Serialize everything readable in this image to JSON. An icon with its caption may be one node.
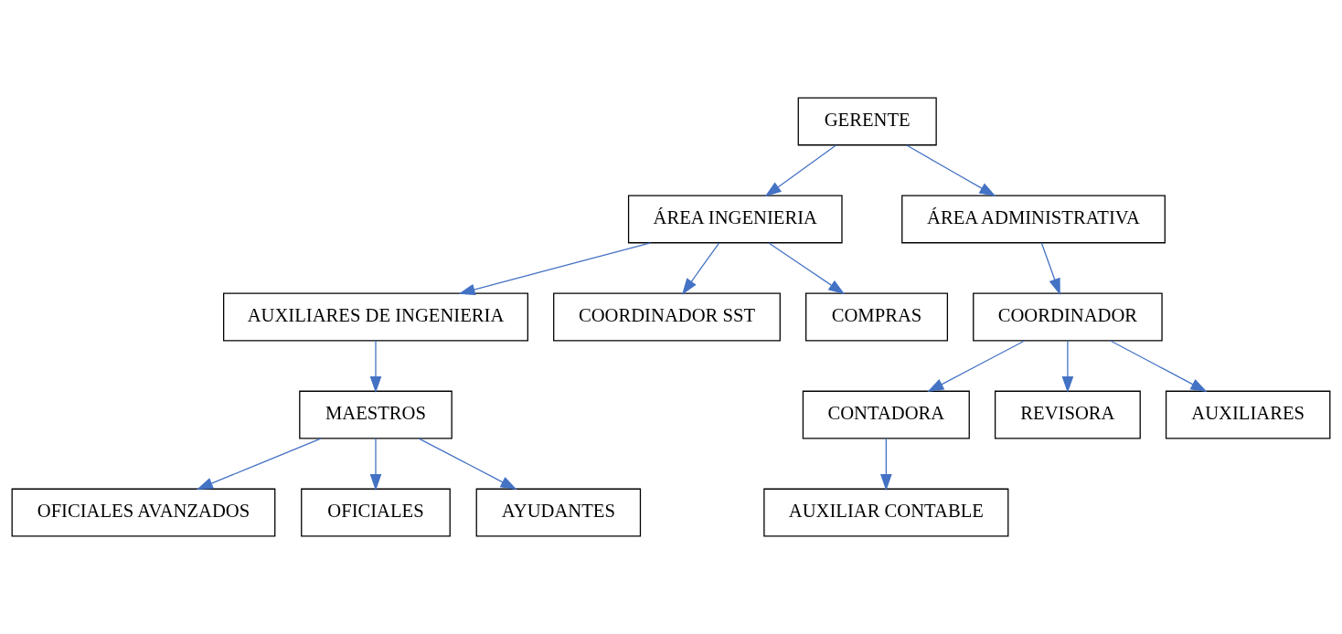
{
  "diagram": {
    "nodes": [
      {
        "text": [
          "GERENTE"
        ]
      },
      {
        "text": [
          "ÁREA INGENIERIA"
        ]
      },
      {
        "text": [
          "ÁREA ADMINISTRATIVA"
        ]
      },
      {
        "text": [
          "AUXILIARES DE INGENIERIA"
        ]
      },
      {
        "text": [
          "COORDINADOR SST"
        ]
      },
      {
        "text": [
          "COMPRAS"
        ]
      },
      {
        "text": [
          "COORDINADOR"
        ]
      },
      {
        "text": [
          "MAESTROS"
        ]
      },
      {
        "text": [
          "CONTADORA"
        ]
      },
      {
        "text": [
          "REVISORA"
        ]
      },
      {
        "text": [
          "AUXILIARES"
        ]
      },
      {
        "text": [
          "OFICIALES AVANZADOS"
        ]
      },
      {
        "text": [
          "OFICIALES"
        ]
      },
      {
        "text": [
          "AYUDANTES"
        ]
      },
      {
        "text": [
          "AUXILIAR CONTABLE"
        ]
      }
    ],
    "edges": [
      {
        "from": 0,
        "to": 1,
        "arrow": "to"
      },
      {
        "from": 0,
        "to": 2,
        "arrow": "to"
      },
      {
        "from": 1,
        "to": 3,
        "arrow": "to"
      },
      {
        "from": 1,
        "to": 4,
        "arrow": "to"
      },
      {
        "from": 1,
        "to": 5,
        "arrow": "to"
      },
      {
        "from": 2,
        "to": 6,
        "arrow": "to"
      },
      {
        "from": 3,
        "to": 7,
        "arrow": "to"
      },
      {
        "from": 6,
        "to": 8,
        "arrow": "to"
      },
      {
        "from": 6,
        "to": 9,
        "arrow": "to"
      },
      {
        "from": 6,
        "to": 10,
        "arrow": "to"
      },
      {
        "from": 7,
        "to": 11,
        "arrow": "to"
      },
      {
        "from": 7,
        "to": 12,
        "arrow": "to"
      },
      {
        "from": 7,
        "to": 13,
        "arrow": "to"
      },
      {
        "from": 8,
        "to": 14,
        "arrow": "to"
      }
    ]
  }
}
